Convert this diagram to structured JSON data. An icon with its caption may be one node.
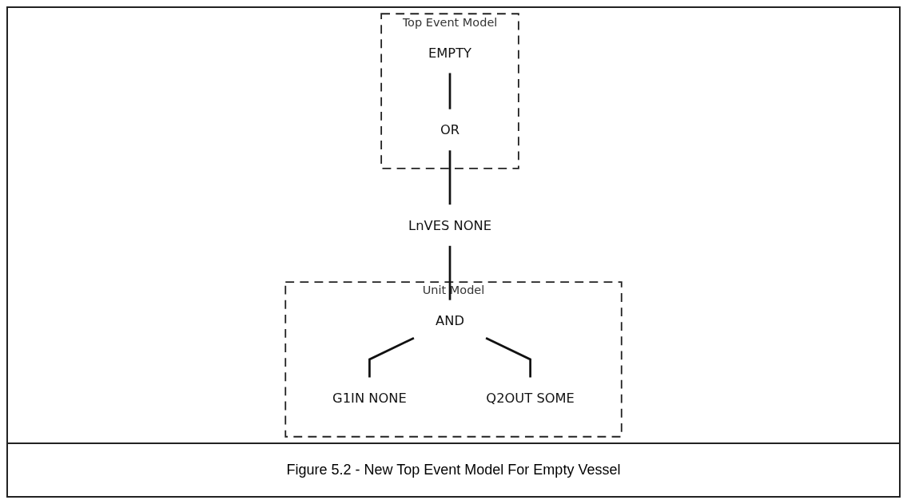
{
  "diagram": {
    "caption": "Figure 5.2 - New Top Event Model For Empty Vessel",
    "nodes": [
      {
        "text": [
          "Top Event Model"
        ]
      },
      {
        "text": [
          "EMPTY"
        ],
        "in": 0
      },
      {
        "text": [
          "OR"
        ],
        "in": 0
      },
      {
        "text": [
          "Unit Model"
        ]
      },
      {
        "text": [
          "LnVES NONE"
        ]
      },
      {
        "text": [
          "AND"
        ],
        "in": 3
      },
      {
        "text": [
          "G1IN NONE"
        ],
        "in": 3
      },
      {
        "text": [
          "Q2OUT SOME"
        ],
        "in": 3
      }
    ],
    "edges": [
      {
        "from": 1,
        "to": 2,
        "arrow": "none"
      },
      {
        "from": 2,
        "to": 4,
        "arrow": "none"
      },
      {
        "from": 4,
        "to": 5,
        "arrow": "none"
      },
      {
        "from": 5,
        "to": 6,
        "arrow": "none"
      },
      {
        "from": 5,
        "to": 7,
        "arrow": "none"
      }
    ]
  }
}
